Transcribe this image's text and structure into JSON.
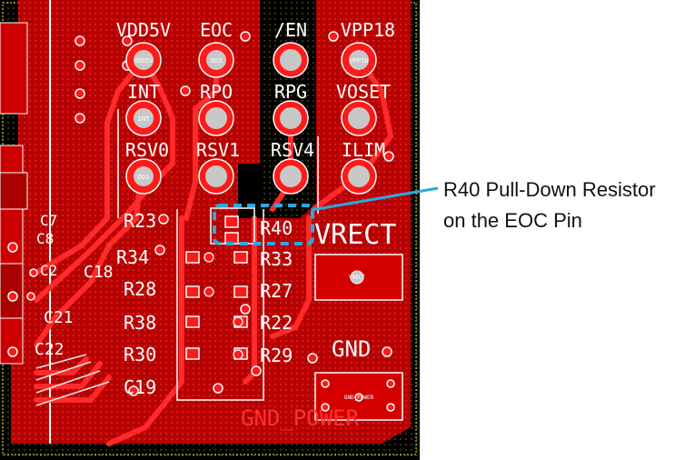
{
  "pins_top": [
    "VDD5V",
    "EOC",
    "/EN",
    "VPP18"
  ],
  "pins_mid": [
    "INT",
    "RPO",
    "RPG",
    "VOSET"
  ],
  "pins_low": [
    "RSV0",
    "RSV1",
    "RSV4",
    "ILIM"
  ],
  "pad_labels": {
    "vdd5v": "VDD5V",
    "od3": "OD3",
    "vpp18": "VPP18",
    "int": "INT",
    "od1": "OD1"
  },
  "resistors_left": [
    "R23",
    "R34",
    "R28",
    "R38",
    "R30"
  ],
  "resistors_right": [
    "R40",
    "R33",
    "R27",
    "R22",
    "R29"
  ],
  "caps": [
    "C19",
    "C18",
    "C21",
    "C22",
    "C7",
    "C8",
    "C2"
  ],
  "nets": {
    "vrect": "VRECT",
    "vrect_pad": "VRECT",
    "gnd": "GND",
    "gnd_power": "GND_POWER",
    "gnd_power_pad": "GND_POWER"
  },
  "callout": {
    "line1": "R40 Pull-Down Resistor",
    "line2": "on the EOC Pin"
  },
  "colors": {
    "copper": "#c00000",
    "silkscreen": "#ffffff",
    "pad": "#c8c8c8",
    "highlight": "#29a9e0",
    "background": "#000000"
  }
}
